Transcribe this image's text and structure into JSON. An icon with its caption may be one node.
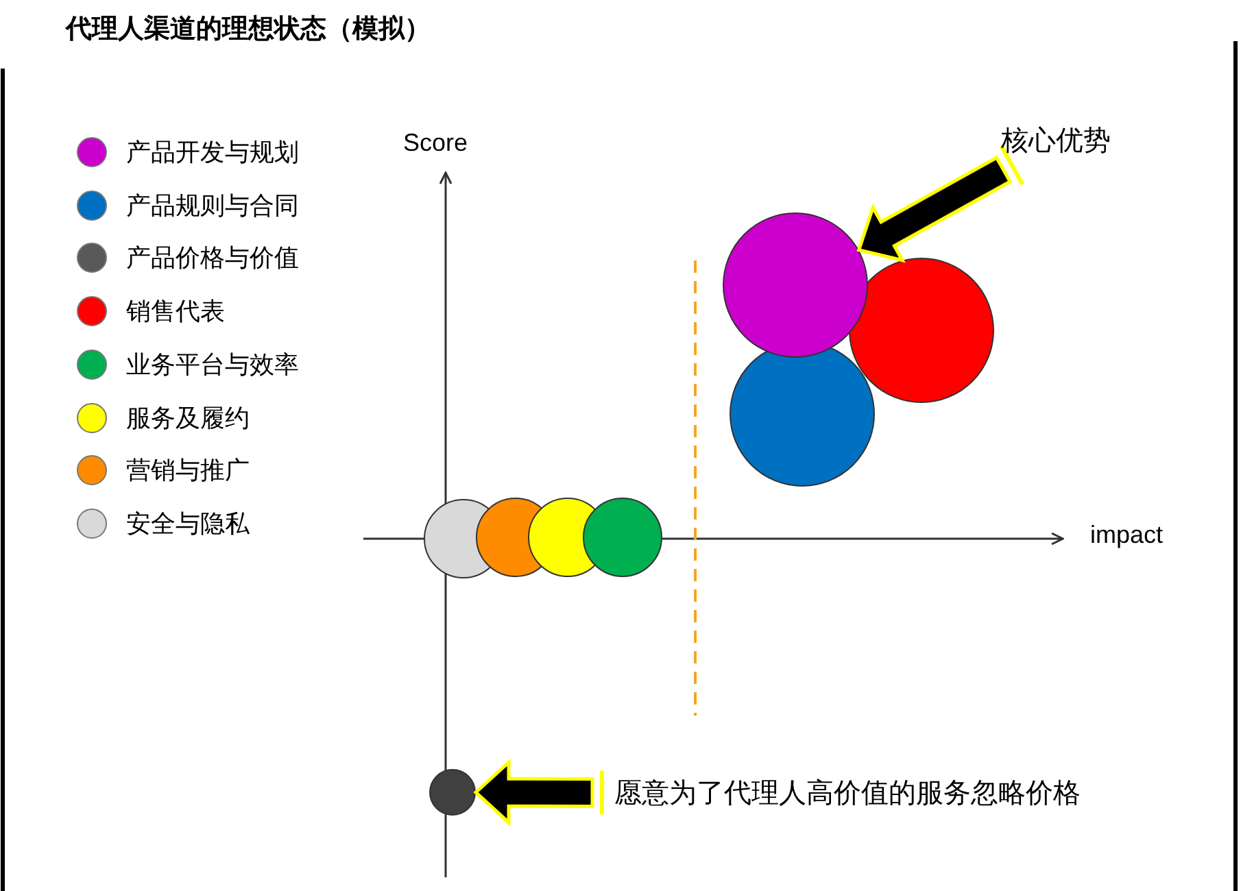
{
  "diagram": {
    "title": "代理人渠道的理想状态（模拟）",
    "nodes": [
      {
        "text": [
          "核心优势"
        ]
      },
      {
        "text": [],
        "shape": "circle"
      },
      {
        "text": [],
        "shape": "circle"
      },
      {
        "text": [],
        "shape": "circle"
      },
      {
        "text": [],
        "shape": "circle"
      },
      {
        "text": [],
        "shape": "circle"
      },
      {
        "text": [],
        "shape": "circle"
      },
      {
        "text": [],
        "shape": "circle"
      },
      {
        "text": [
          "愿意为了代理人高价值的服务忽略价格"
        ]
      },
      {
        "text": [],
        "shape": "circle"
      }
    ],
    "edges": [
      {
        "from": 0,
        "to": 1,
        "arrow": "to",
        "style": "thick"
      },
      {
        "from": 8,
        "to": 9,
        "arrow": "to",
        "style": "thick"
      }
    ],
    "labels": [
      "Score",
      "impact"
    ],
    "legend": [
      {
        "text": "产品开发与规划",
        "color": "#cc00cc"
      },
      {
        "text": "产品规则与合同",
        "color": "#0070c0"
      },
      {
        "text": "产品价格与价值",
        "color": "#595959"
      },
      {
        "text": "销售代表",
        "color": "#ff0000"
      },
      {
        "text": "业务平台与效率",
        "color": "#00b050"
      },
      {
        "text": "服务及履约",
        "color": "#ffff00"
      },
      {
        "text": "营销与推广",
        "color": "#ff8c00"
      },
      {
        "text": "安全与隐私",
        "color": "#d9d9d9"
      }
    ]
  }
}
